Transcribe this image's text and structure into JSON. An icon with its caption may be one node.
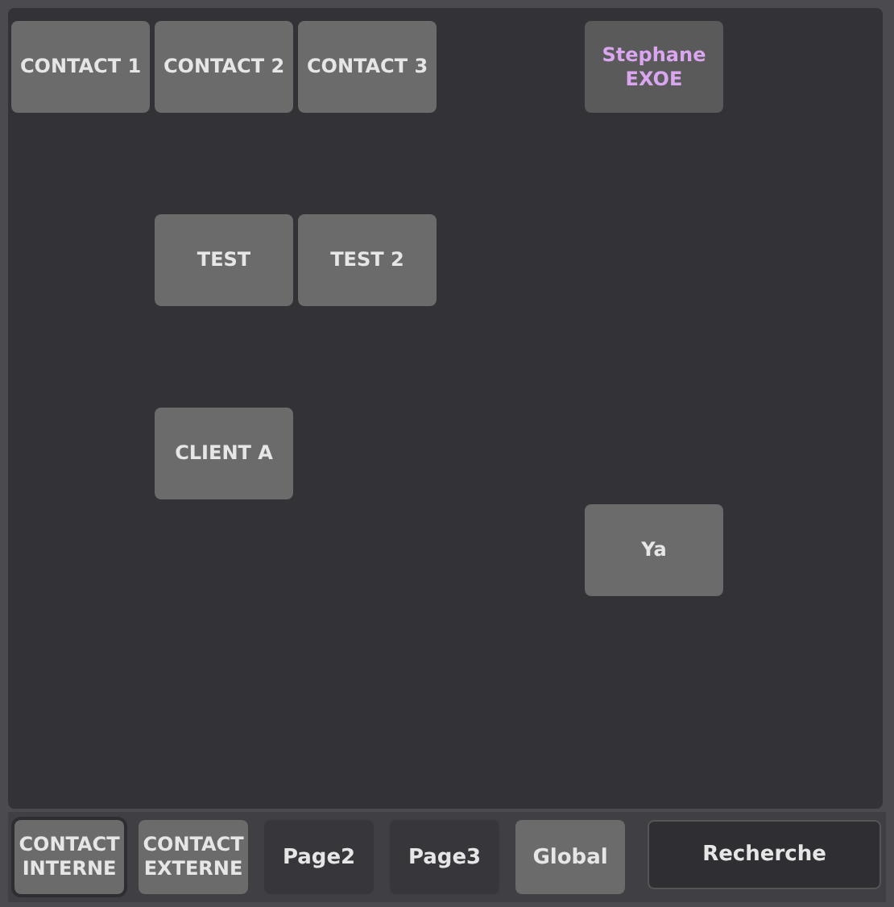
{
  "diagram": {
    "nodes": [
      {
        "text": [
          "CONTACT 1"
        ]
      },
      {
        "text": [
          "CONTACT 2"
        ]
      },
      {
        "text": [
          "CONTACT 3"
        ]
      },
      {
        "text": [
          "Stephane EXOE"
        ]
      },
      {
        "text": [
          "TEST"
        ]
      },
      {
        "text": [
          "TEST 2"
        ]
      },
      {
        "text": [
          "CLIENT A"
        ]
      },
      {
        "text": [
          "Ya"
        ]
      },
      {
        "text": [
          "CONTACT INTERNE"
        ]
      },
      {
        "text": [
          "CONTACT EXTERNE"
        ]
      },
      {
        "text": [
          "Page2"
        ]
      },
      {
        "text": [
          "Page3"
        ]
      },
      {
        "text": [
          "Global"
        ]
      },
      {
        "text": [
          "Recherche"
        ]
      }
    ]
  }
}
